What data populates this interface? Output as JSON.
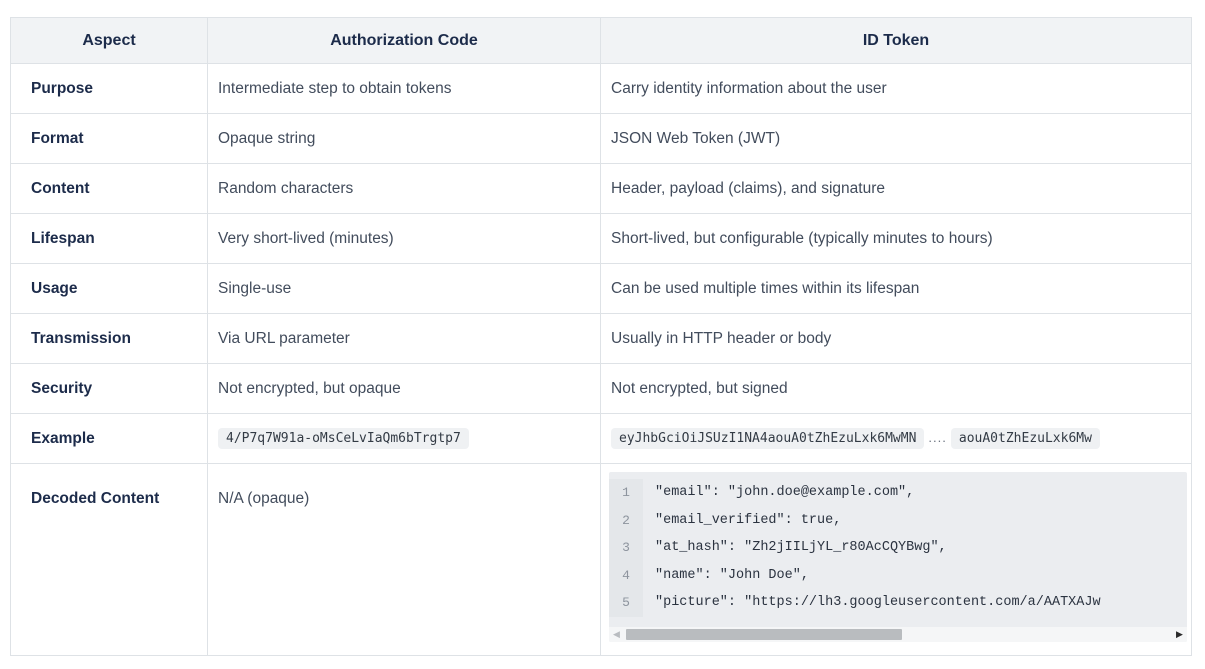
{
  "colors": {
    "header_bg": "#f1f3f5",
    "border": "#dee2e6",
    "heading_text": "#1c2b4a",
    "body_text": "#424c5c",
    "chip_bg": "#eff1f3",
    "codeblock_bg": "#ebedf0"
  },
  "table": {
    "headers": [
      "Aspect",
      "Authorization Code",
      "ID Token"
    ],
    "rows": [
      {
        "aspect": "Purpose",
        "auth_code": "Intermediate step to obtain tokens",
        "id_token": "Carry identity information about the user"
      },
      {
        "aspect": "Format",
        "auth_code": "Opaque string",
        "id_token": "JSON Web Token (JWT)"
      },
      {
        "aspect": "Content",
        "auth_code": "Random characters",
        "id_token": "Header, payload (claims), and signature"
      },
      {
        "aspect": "Lifespan",
        "auth_code": "Very short-lived (minutes)",
        "id_token": "Short-lived, but configurable (typically minutes to hours)"
      },
      {
        "aspect": "Usage",
        "auth_code": "Single-use",
        "id_token": "Can be used multiple times within its lifespan"
      },
      {
        "aspect": "Transmission",
        "auth_code": "Via URL parameter",
        "id_token": "Usually in HTTP header or body"
      },
      {
        "aspect": "Security",
        "auth_code": "Not encrypted, but opaque",
        "id_token": "Not encrypted, but signed"
      }
    ],
    "example_row": {
      "aspect": "Example",
      "auth_code_chip": "4/P7q7W91a-oMsCeLvIaQm6bTrgtp7",
      "id_token_chip_1": "eyJhbGciOiJSUzI1NA4aouA0tZhEzuLxk6MwMN",
      "id_token_separator": "....",
      "id_token_chip_2": "aouA0tZhEzuLxk6Mw"
    },
    "decoded_row": {
      "aspect": "Decoded Content",
      "auth_code": "N/A (opaque)",
      "code_lines": [
        {
          "num": "1",
          "text": "\"email\": \"john.doe@example.com\","
        },
        {
          "num": "2",
          "text": "\"email_verified\": true,"
        },
        {
          "num": "3",
          "text": "\"at_hash\": \"Zh2jIILjYL_r80AcCQYBwg\","
        },
        {
          "num": "4",
          "text": "\"name\": \"John Doe\","
        },
        {
          "num": "5",
          "text": "\"picture\": \"https://lh3.googleusercontent.com/a/AATXAJw"
        }
      ],
      "scrollbar": {
        "left_arrow": "◀",
        "right_arrow": "▶"
      }
    }
  }
}
